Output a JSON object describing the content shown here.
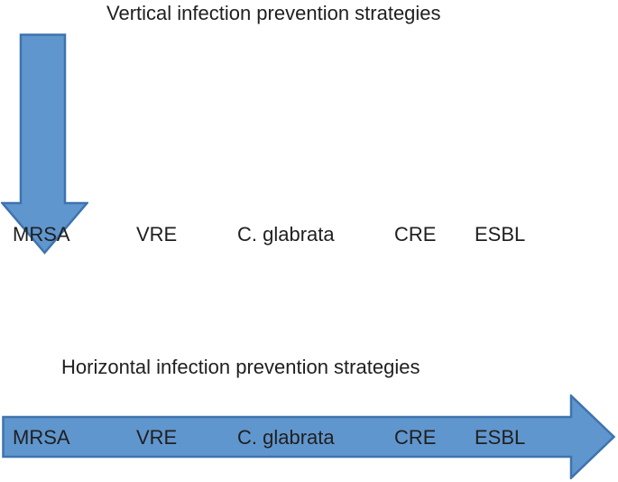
{
  "figure": {
    "type": "two-panel conceptual diagram",
    "background_color": "#FFFFFF",
    "text_color": "#1F1F1F"
  },
  "colors": {
    "arrow_fill": "#6096CE",
    "arrow_border": "#3E73AE"
  },
  "vertical_section": {
    "title": "Vertical infection prevention strategies",
    "arrow": "down-block-arrow",
    "labels": [
      "MRSA",
      "VRE",
      "C. glabrata",
      "CRE",
      "ESBL"
    ]
  },
  "horizontal_section": {
    "title": "Horizontal infection prevention strategies",
    "arrow": "right-block-arrow",
    "labels": [
      "MRSA",
      "VRE",
      "C. glabrata",
      "CRE",
      "ESBL"
    ]
  }
}
